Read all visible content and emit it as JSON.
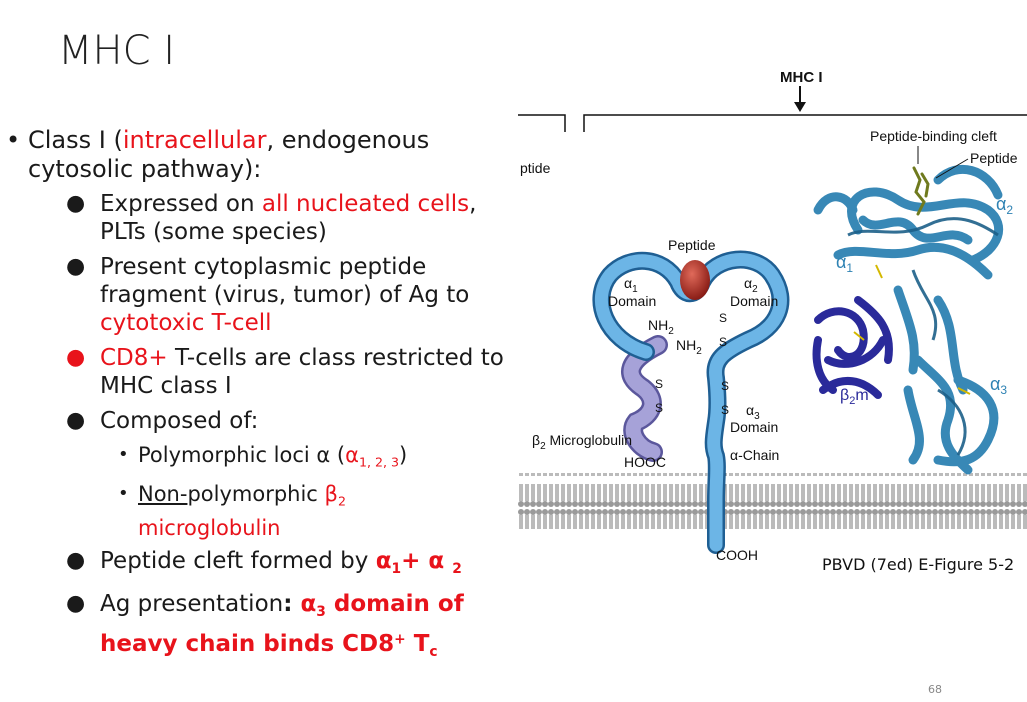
{
  "slide": {
    "title": "MHC I",
    "page_number": "68"
  },
  "bullets": {
    "b1": {
      "pre": "Class I (",
      "red": "intracellular",
      "post": ", endogenous cytosolic pathway):"
    },
    "b1_1": {
      "pre": "Expressed on ",
      "red": "all nucleated cells",
      "post": ", PLTs (some species)"
    },
    "b1_2": {
      "text": "Present cytoplasmic peptide fragment (virus, tumor) of Ag to ",
      "red": "cytotoxic T-cell"
    },
    "b1_3": {
      "red": "CD8+",
      "post": " T-cells are class restricted to MHC class I"
    },
    "b1_4": {
      "text": "Composed of:"
    },
    "b1_4_1": {
      "pre": "Polymorphic loci α (",
      "red_base": "α",
      "red_sub": "1, 2, 3",
      "post": ")"
    },
    "b1_4_2": {
      "under": "Non-",
      "pre": "polymorphic ",
      "red_base": "β",
      "red_sub": "2",
      "red_post": "microglobulin"
    },
    "b1_5": {
      "pre": "Peptide cleft formed by ",
      "a1": "α",
      "a1_sub": "1",
      "plus": "+ α ",
      "a2_sub": "2"
    },
    "b1_6": {
      "pre": "Ag presentation",
      "colon": ": ",
      "red_a": "α",
      "red_a_sub": "3",
      "red_mid": " domain of heavy chain binds CD8",
      "red_sup": "+",
      "red_T": " T",
      "red_T_sub": "c"
    }
  },
  "figure": {
    "header_label": "MHC I",
    "left_partial_label": "ptide",
    "labels": {
      "peptide": "Peptide",
      "a1_sym": "α",
      "a1_sub": "1",
      "a2_sym": "α",
      "a2_sub": "2",
      "a3_sym": "α",
      "a3_sub": "3",
      "domain": "Domain",
      "nh2": "NH",
      "nh2_sub": "2",
      "s": "S",
      "b2_sym": "β",
      "b2_sub": "2",
      "microglobulin": " Microglobulin",
      "hooc": "HOOC",
      "achain": "α-Chain",
      "cooh": "COOH",
      "cleft": "Peptide-binding cleft",
      "cleft_peptide": "Peptide",
      "b2m_sym": "β",
      "b2m_sub": "2",
      "b2m_m": "m"
    },
    "caption": "PBVD (7ed) E-Figure 5-2"
  },
  "colors": {
    "red": "#e8131b",
    "tube_blue": "#4a9ad3",
    "b2_purple": "#8c88c8",
    "ribbon_teal": "#3f8fb8",
    "ribbon_navy": "#2a2a9a",
    "peptide_red": "#a52a2a"
  }
}
